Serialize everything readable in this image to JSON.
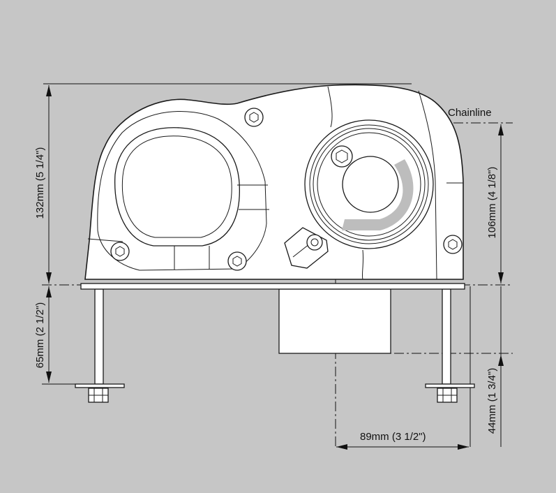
{
  "labels": {
    "chainline": "Chainline",
    "dim_total_height": "132mm (5 1/4\")",
    "dim_chainline_height": "106mm (4 1/8\")",
    "dim_below_deck": "65mm (2 1/2\")",
    "dim_gypsy_below": "44mm (1 3/4\")",
    "dim_offset": "89mm (3 1/2\")"
  },
  "colors": {
    "background": "#c6c6c6",
    "housing": "#ffffff",
    "line": "#1a1a1a",
    "chain_arc": "#bdbdbd"
  }
}
